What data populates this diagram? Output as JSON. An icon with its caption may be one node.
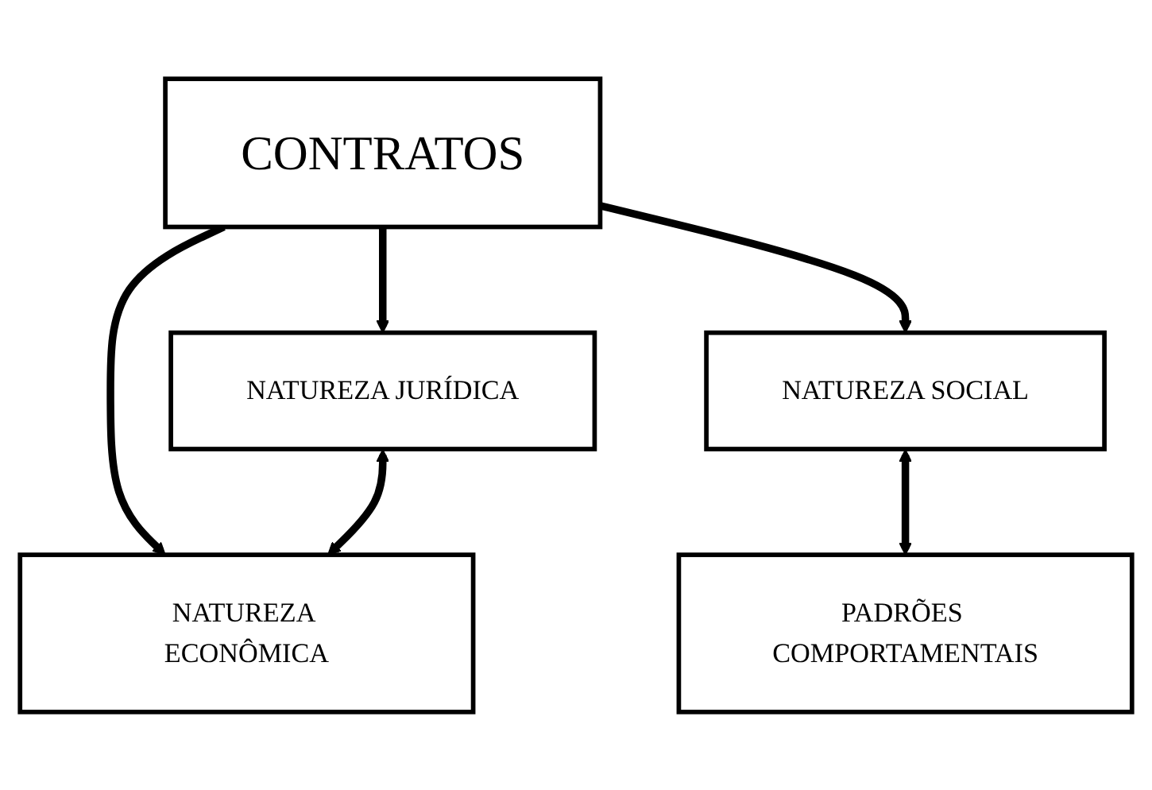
{
  "diagram": {
    "nodes": [
      {
        "text": [
          "CONTRATOS"
        ]
      },
      {
        "text": [
          "NATUREZA JURÍDICA"
        ]
      },
      {
        "text": [
          "NATUREZA ECONÔMICA"
        ]
      },
      {
        "text": [
          "NATUREZA SOCIAL"
        ]
      },
      {
        "text": [
          "PADRÕES COMPORTAMENTAIS"
        ]
      }
    ],
    "edges": [
      {
        "from": 0,
        "to": 1,
        "arrow": "to"
      },
      {
        "from": 0,
        "to": 2,
        "arrow": "to"
      },
      {
        "from": 0,
        "to": 3,
        "arrow": "to"
      },
      {
        "from": 1,
        "to": 2,
        "arrow": "both"
      },
      {
        "from": 3,
        "to": 4,
        "arrow": "both"
      }
    ]
  }
}
